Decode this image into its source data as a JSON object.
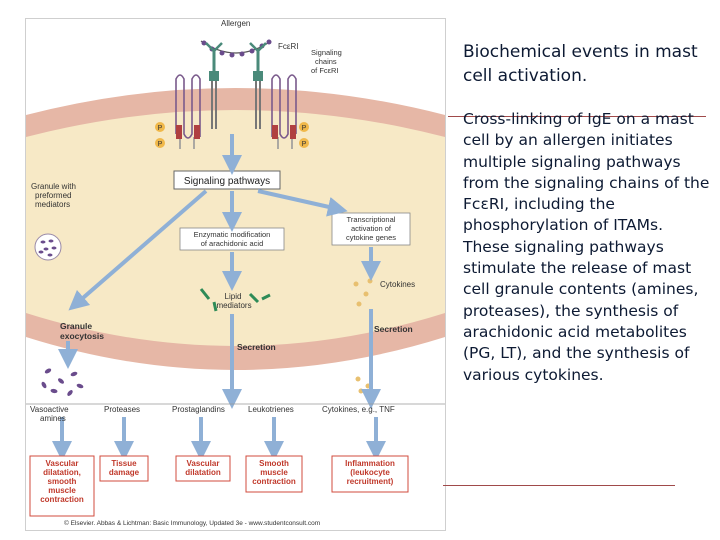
{
  "side": {
    "title": "Biochemical events in mast cell activation.",
    "body": "Cross-linking of IgE on a mast cell by an allergen initiates multiple signaling pathways from the signaling chains of the FcεRI, including the phosphorylation of ITAMs. These signaling pathways stimulate the release of mast cell granule contents (amines, proteases), the synthesis of arachidonic acid metabolites (PG, LT), and the synthesis of various cytokines."
  },
  "diagram": {
    "allergen": "Allergen",
    "fceri": "FcεRI",
    "signaling_chains": [
      "Signaling",
      "chains",
      "of FcεRI"
    ],
    "phospho": "P",
    "granule": [
      "Granule with",
      "preformed",
      "mediators"
    ],
    "signaling_pathways": "Signaling pathways",
    "enzymatic": [
      "Enzymatic modification",
      "of arachidonic acid"
    ],
    "transcriptional": [
      "Transcriptional",
      "activation of",
      "cytokine genes"
    ],
    "cytokines": "Cytokines",
    "lipid": [
      "Lipid",
      "mediators"
    ],
    "granule_exo": [
      "Granule",
      "exocytosis"
    ],
    "secretion_mid": "Secretion",
    "secretion_right": "Secretion",
    "products": {
      "vasoactive": [
        "Vasoactive",
        "amines"
      ],
      "proteases": "Proteases",
      "prostaglandins": "Prostaglandins",
      "leukotrienes": "Leukotrienes",
      "cytokines_tnf": "Cytokines, e.g., TNF"
    },
    "effects": {
      "vascular1": [
        "Vascular",
        "dilatation,",
        "smooth",
        "muscle",
        "contraction"
      ],
      "tissue": [
        "Tissue",
        "damage"
      ],
      "vascular2": [
        "Vascular",
        "dilatation"
      ],
      "smooth": [
        "Smooth",
        "muscle",
        "contraction"
      ],
      "inflammation": [
        "Inflammation",
        "(leukocyte",
        "recruitment)"
      ]
    },
    "copyright": "© Elsevier. Abbas & Lichtman: Basic Immunology, Updated 3e - www.studentconsult.com"
  },
  "colors": {
    "membrane": "#e6b7a6",
    "cytoplasm": "#f7e9c6",
    "arrow": "#8fb0d6",
    "effect_text": "#c0392b",
    "effect_border": "#d24b3c",
    "text": "#0d1a33"
  }
}
